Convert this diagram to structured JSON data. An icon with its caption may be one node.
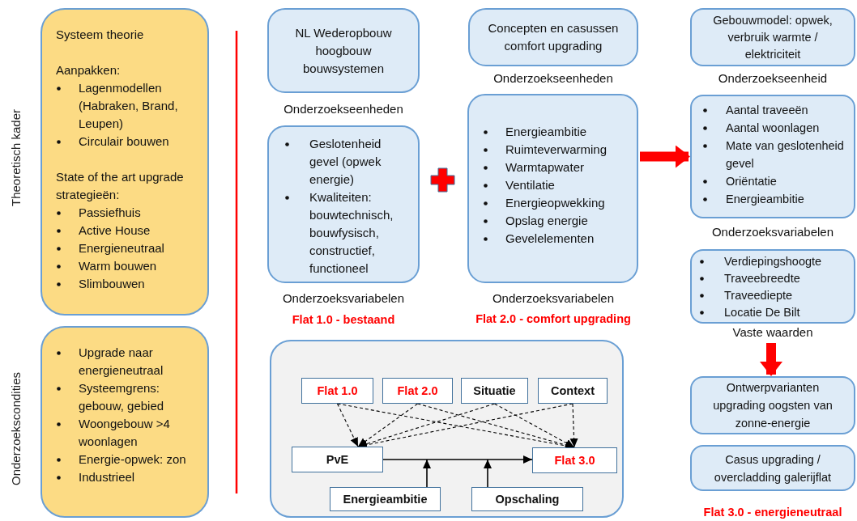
{
  "diagram": {
    "nodes": [
      {
        "text": [
          "Systeem theorie",
          "Aanpakken:",
          "Lagenmodellen (Habraken, Brand, Leupen)",
          "Circulair bouwen",
          "State of the art upgrade strategieën:",
          "Passiefhuis",
          "Active House",
          "Energieneutraal",
          "Warm bouwen",
          "Slimbouwen"
        ]
      },
      {
        "text": [
          "Upgrade naar energieneutraal",
          "Systeemgrens: gebouw, gebied",
          "Woongebouw  >4 woonlagen",
          "Energie-opwek: zon",
          "Industrieel"
        ]
      },
      {
        "text": [
          "NL Wederopbouw hoogbouw bouwsystemen"
        ],
        "beside": [
          "Onderzoekseenheden"
        ]
      },
      {
        "text": [
          "Geslotenheid gevel (opwek energie)",
          "Kwaliteiten: bouwtechnisch, bouwfysisch, constructief, functioneel"
        ],
        "beside": [
          "Onderzoeksvariabelen"
        ]
      },
      {
        "text": [
          "Concepten en casussen comfort upgrading"
        ],
        "beside": [
          "Onderzoekseenheden"
        ]
      },
      {
        "text": [
          "Energieambitie",
          "Ruimteverwarming",
          "Warmtapwater",
          "Ventilatie",
          "Energieopwekking",
          "Opslag energie",
          "Gevelelementen"
        ],
        "beside": [
          "Onderzoeksvariabelen"
        ]
      },
      {
        "text": [
          "Gebouwmodel: opwek, verbruik warmte / elektriciteit"
        ],
        "beside": [
          "Onderzoekseenheid"
        ]
      },
      {
        "text": [
          "Aantal traveeën",
          "Aantal woonlagen",
          "Mate van geslotenheid gevel",
          "Oriëntatie",
          "Energieambitie"
        ],
        "beside": [
          "Onderzoeksvariabelen"
        ]
      },
      {
        "text": [
          "Verdiepingshoogte",
          "Traveebreedte",
          "Traveediepte",
          "Locatie De Bilt"
        ],
        "beside": [
          "Vaste waarden"
        ]
      },
      {
        "text": [
          "Ontwerpvarianten upgrading oogsten van zonne-energie"
        ]
      },
      {
        "text": [
          "Casus upgrading / overcladding galerijflat"
        ]
      },
      {
        "text": [],
        "shape": "box"
      },
      {
        "text": [
          "Flat 1.0"
        ],
        "in": 11
      },
      {
        "text": [
          "Flat 2.0"
        ],
        "in": 11
      },
      {
        "text": [
          "Situatie"
        ],
        "in": 11
      },
      {
        "text": [
          "Context"
        ],
        "in": 11
      },
      {
        "text": [
          "PvE"
        ],
        "in": 11
      },
      {
        "text": [
          "Flat 3.0"
        ],
        "in": 11
      },
      {
        "text": [
          "Energieambitie"
        ],
        "in": 11
      },
      {
        "text": [
          "Opschaling"
        ],
        "in": 11
      }
    ],
    "edges": [
      {
        "from": 5,
        "to": 7,
        "arrow": "to",
        "style": "thick",
        "color": "#ff0000"
      },
      {
        "from": 8,
        "to": 9,
        "arrow": "to",
        "style": "thick",
        "color": "#ff0000"
      },
      {
        "from": 12,
        "to": 16,
        "arrow": "to",
        "style": "dashed"
      },
      {
        "from": 13,
        "to": 16,
        "arrow": "to",
        "style": "dashed"
      },
      {
        "from": 14,
        "to": 16,
        "arrow": "to",
        "style": "dashed"
      },
      {
        "from": 15,
        "to": 16,
        "arrow": "to",
        "style": "dashed"
      },
      {
        "from": 12,
        "to": 17,
        "arrow": "to",
        "style": "dashed"
      },
      {
        "from": 13,
        "to": 17,
        "arrow": "to",
        "style": "dashed"
      },
      {
        "from": 14,
        "to": 17,
        "arrow": "to",
        "style": "dashed"
      },
      {
        "from": 15,
        "to": 17,
        "arrow": "to",
        "style": "dashed"
      },
      {
        "from": 16,
        "to": 17,
        "arrow": "to"
      },
      {
        "from": 18,
        "to": null,
        "arrow": "to"
      },
      {
        "from": 19,
        "to": null,
        "arrow": "to"
      }
    ],
    "labels": [
      "Theoretisch  kader",
      "Onderzoekscondities",
      "Flat 1.0 - bestaand",
      "Flat 2.0 - comfort upgrading",
      "Flat 3.0 - energieneutraal"
    ]
  }
}
